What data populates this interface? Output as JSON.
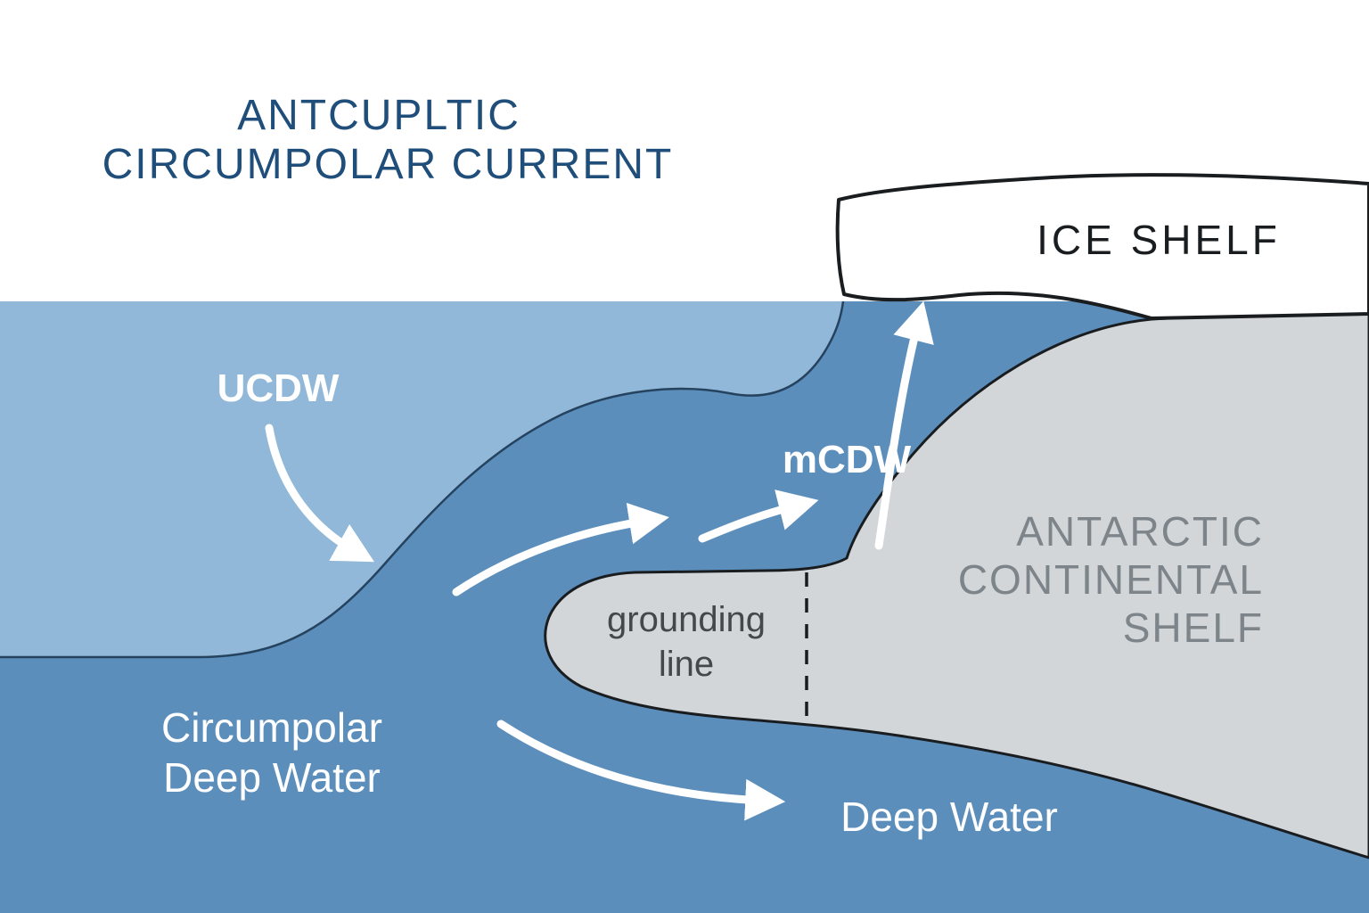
{
  "diagram": {
    "title": {
      "line1": "ANTCUPLTIC",
      "line2": "CIRCUMPOLAR CURRENT"
    },
    "labels": {
      "ice_shelf": "ICE SHELF",
      "ucdw": "UCDW",
      "mcdw": "mCDW",
      "continental_shelf": {
        "line1": "ANTARCTIC",
        "line2": "CONTINENTAL",
        "line3": "SHELF"
      },
      "grounding": {
        "line1": "grounding",
        "line2": "line"
      },
      "cdw": {
        "line1": "Circumpolar",
        "line2": "Deep Water"
      },
      "deep_water": "Deep Water"
    },
    "colors": {
      "sky": "#ffffff",
      "surface_water": "#91b8d8",
      "deep_water": "#5c8ebc",
      "shelf_gray": "#d3d6d8",
      "ice_white": "#ffffff",
      "outline": "#1a1d20",
      "boundary_line": "#25425e",
      "title_text": "#1f4e7a",
      "ice_text": "#1a1d20",
      "shelf_text": "#7d858b",
      "grounding_text": "#43484c",
      "arrow": "#ffffff",
      "white_text": "#ffffff"
    }
  }
}
